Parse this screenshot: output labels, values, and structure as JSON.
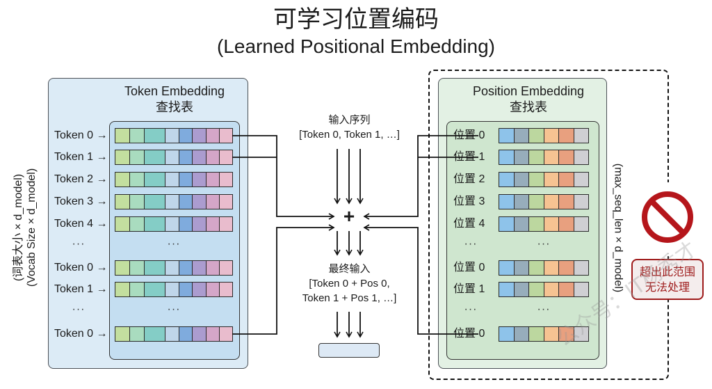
{
  "title": "可学习位置编码",
  "subtitle": "(Learned Positional Embedding)",
  "token_table": {
    "heading_line1": "Token Embedding",
    "heading_line2": "查找表",
    "side_label_line1": "(词表大小 × d_model)",
    "side_label_line2": "(Vocab Size × d_model)",
    "cell_colors": [
      "#c3df9f",
      "#a9dcbf",
      "#84cdc6",
      "#bfd6ea",
      "#7fabdd",
      "#ab9ccf",
      "#d4a6c8",
      "#e9bccd"
    ],
    "rows": [
      {
        "label": "Token 0",
        "ellipsis": false,
        "connected": true
      },
      {
        "label": "Token 1",
        "ellipsis": false,
        "connected": true
      },
      {
        "label": "Token 2",
        "ellipsis": false,
        "connected": false
      },
      {
        "label": "Token 3",
        "ellipsis": false,
        "connected": false
      },
      {
        "label": "Token 4",
        "ellipsis": false,
        "connected": false
      },
      {
        "label": "...",
        "ellipsis": true,
        "connected": false
      },
      {
        "label": "Token 0",
        "ellipsis": false,
        "connected": false
      },
      {
        "label": "Token 1",
        "ellipsis": false,
        "connected": false
      },
      {
        "label": "...",
        "ellipsis": true,
        "connected": false
      },
      {
        "label": "Token 0",
        "ellipsis": false,
        "connected": true
      }
    ]
  },
  "position_table": {
    "heading_line1": "Position Embedding",
    "heading_line2": "查找表",
    "side_label": "(max_seq_len × d_model)",
    "cell_colors": [
      "#8ec3ea",
      "#97adbb",
      "#bcd79f",
      "#f6c392",
      "#e8a07f",
      "#cfcfd3"
    ],
    "rows": [
      {
        "label": "位置 0",
        "ellipsis": false,
        "connected": true
      },
      {
        "label": "位置 1",
        "ellipsis": false,
        "connected": true
      },
      {
        "label": "位置 2",
        "ellipsis": false,
        "connected": false
      },
      {
        "label": "位置 3",
        "ellipsis": false,
        "connected": false
      },
      {
        "label": "位置 4",
        "ellipsis": false,
        "connected": false
      },
      {
        "label": "...",
        "ellipsis": true,
        "connected": false
      },
      {
        "label": "位置 0",
        "ellipsis": false,
        "connected": false
      },
      {
        "label": "位置 1",
        "ellipsis": false,
        "connected": false
      },
      {
        "label": "...",
        "ellipsis": true,
        "connected": false
      },
      {
        "label": "位置 0",
        "ellipsis": false,
        "connected": true
      }
    ]
  },
  "center": {
    "input_title": "输入序列",
    "input_seq": "[Token 0, Token 1, …]",
    "operator": "+",
    "output_title": "最终输入",
    "output_line1": "[Token 0 + Pos 0,",
    "output_line2": "Token 1 + Pos 1, …]"
  },
  "limit": {
    "icon": "prohibited-icon",
    "warning_line1": "超出此范围",
    "warning_line2": "无法处理",
    "color": "#b5161b"
  },
  "watermark": "公众号：IT杨秀才"
}
